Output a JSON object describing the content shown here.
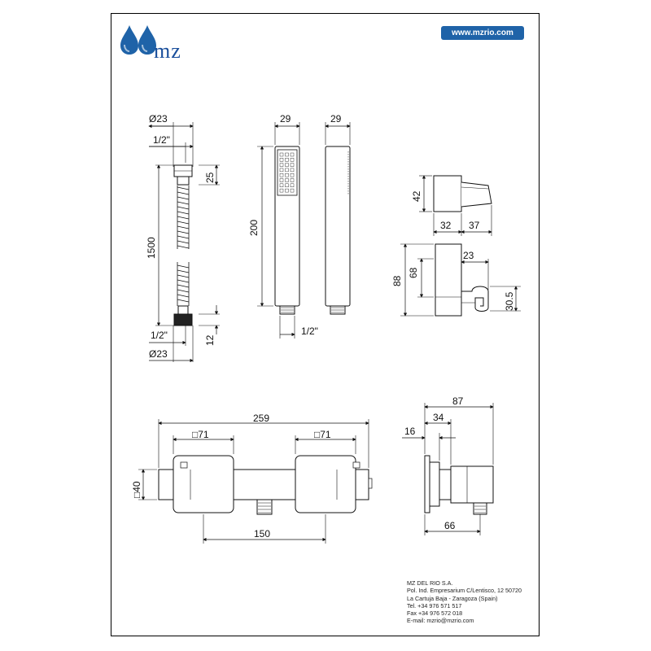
{
  "brand": {
    "logo_text": "mz",
    "url": "www.mzrio.com",
    "drop_color": "#1f63a8",
    "text_color": "#1a4f9c"
  },
  "hose": {
    "dim_diameter_top": "Ø23",
    "dim_thread_top": "1/2\"",
    "dim_length": "1500",
    "dim_nut_height": "25",
    "dim_thread_bottom": "1/2\"",
    "dim_diameter_bottom": "Ø23",
    "dim_end_height": "12"
  },
  "handshower": {
    "dim_width_front": "29",
    "dim_width_side": "29",
    "dim_height": "200",
    "dim_thread": "1/2\""
  },
  "wall_connector": {
    "dim_height": "42",
    "dim_depth_a": "32",
    "dim_depth_b": "37"
  },
  "holder": {
    "dim_total_height": "88",
    "dim_body_height": "68",
    "dim_hook_width": "23",
    "dim_hook_height": "30.5"
  },
  "mixer_front": {
    "dim_total_width": "259",
    "dim_handle_left": "□71",
    "dim_handle_right": "□71",
    "dim_body_height": "□40",
    "dim_centers": "150"
  },
  "mixer_side": {
    "dim_total_depth": "87",
    "dim_mid_depth": "34",
    "dim_flange": "16",
    "dim_base": "66"
  },
  "company": {
    "name": "MZ DEL RIO S.A.",
    "address1": "Pol. Ind. Empresarium C/Lentisco, 12  50720",
    "address2": "La Cartuja Baja - Zaragoza (Spain)",
    "tel": "Tel. +34 976 571 517",
    "fax": "Fax +34 976 572 018",
    "email": "E-mail: mzrio@mzrio.com"
  }
}
